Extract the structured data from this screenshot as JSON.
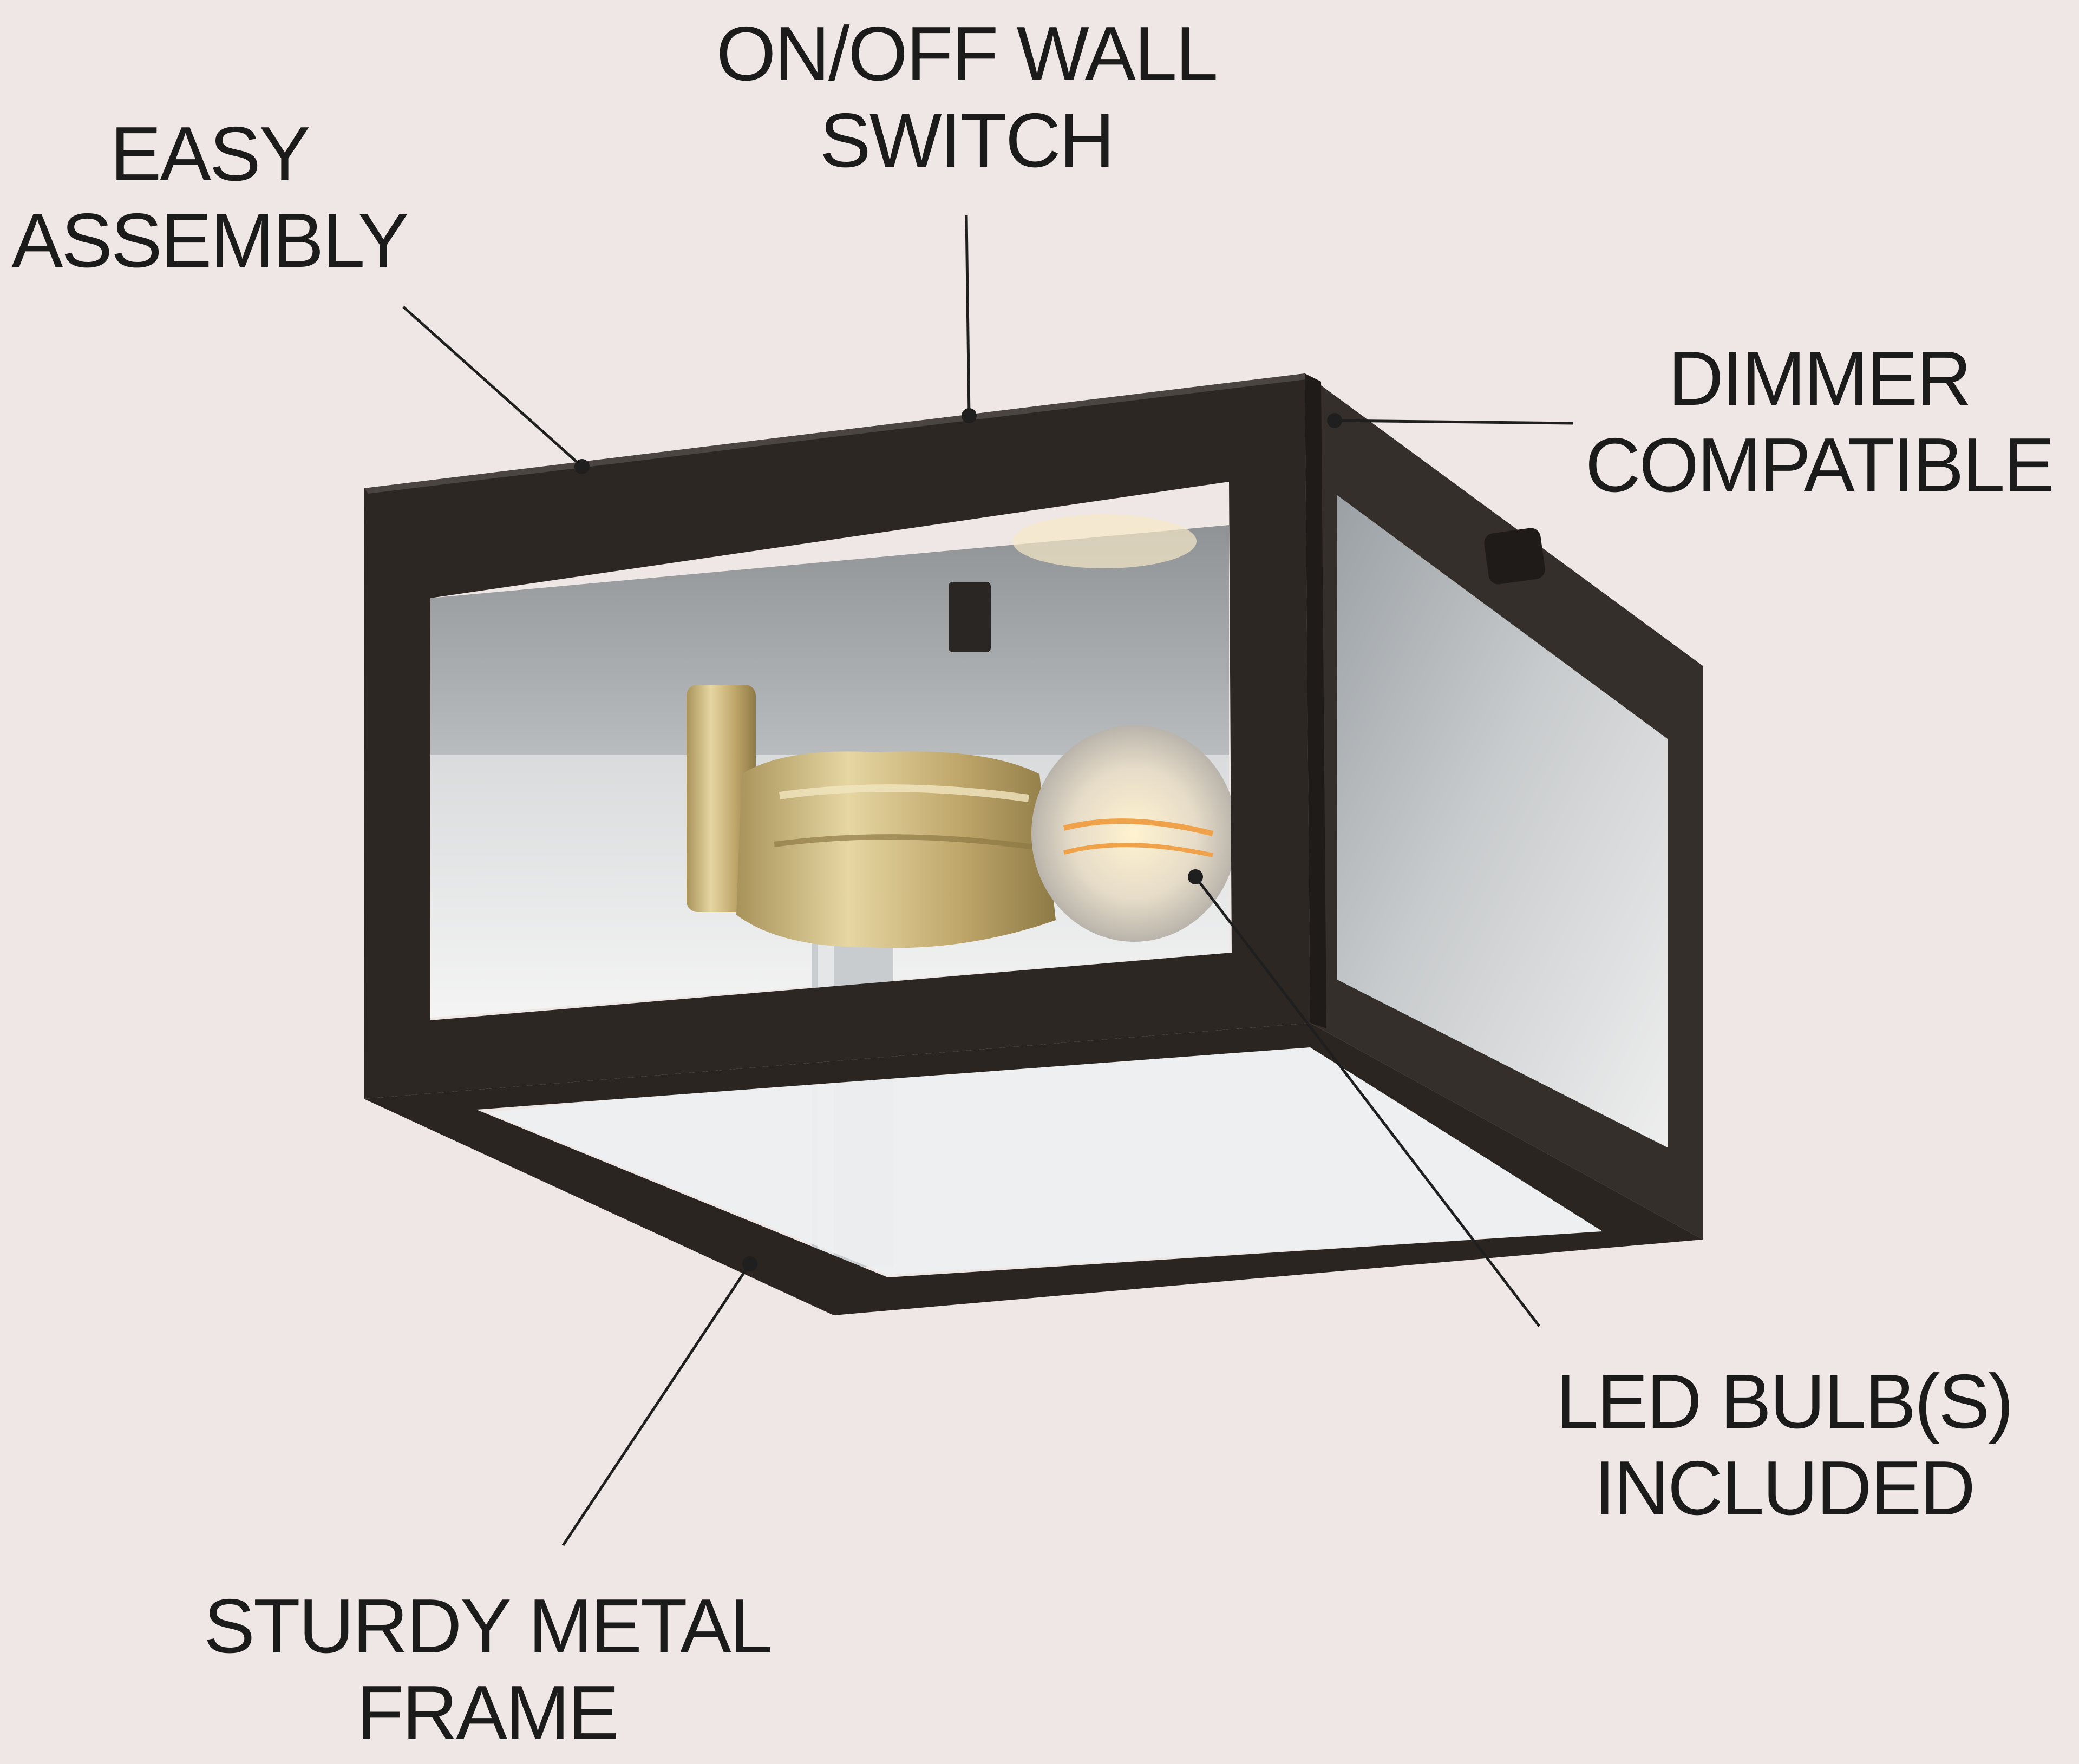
{
  "callouts": {
    "easy_assembly": {
      "line1": "EASY",
      "line2": "ASSEMBLY"
    },
    "wall_switch": {
      "line1": "ON/OFF WALL",
      "line2": "SWITCH"
    },
    "dimmer": {
      "line1": "DIMMER",
      "line2": "COMPATIBLE"
    },
    "led_bulb": {
      "line1": "LED BULB(S)",
      "line2": "INCLUDED"
    },
    "metal_frame": {
      "line1": "STURDY METAL",
      "line2": "FRAME"
    }
  },
  "colors": {
    "background": "#efe7e5",
    "frame": "#2b2622",
    "text": "#1b1b1b",
    "brass": "#cdb67a"
  }
}
